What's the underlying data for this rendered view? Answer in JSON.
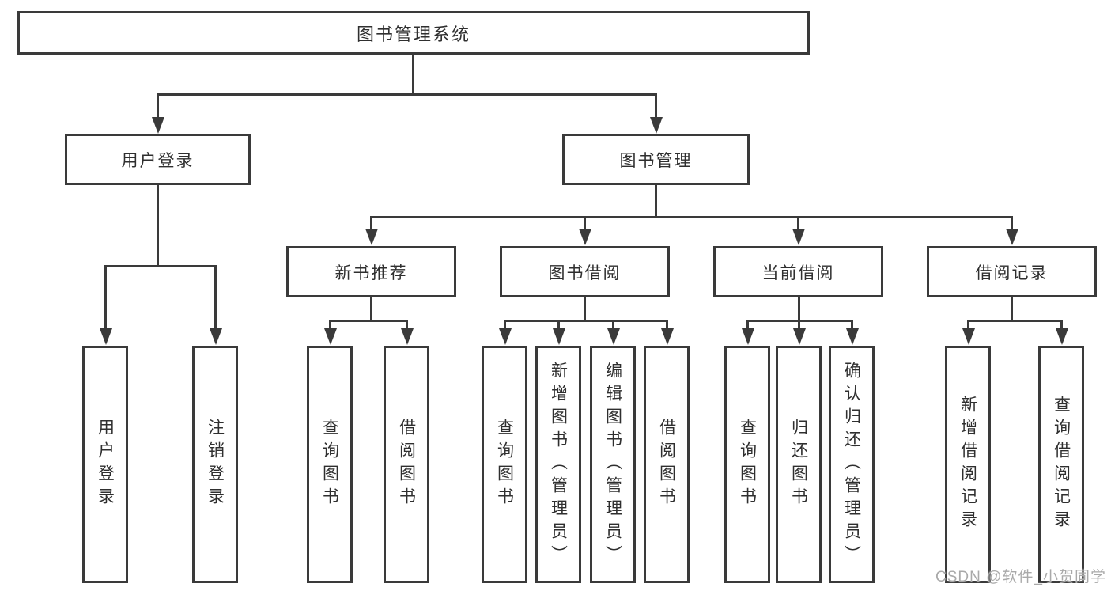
{
  "tree": {
    "label": "图书管理系统",
    "children": [
      {
        "label": "用户登录",
        "children": [
          {
            "label": "用户登录"
          },
          {
            "label": "注销登录"
          }
        ]
      },
      {
        "label": "图书管理",
        "children": [
          {
            "label": "新书推荐",
            "children": [
              {
                "label": "查询图书"
              },
              {
                "label": "借阅图书"
              }
            ]
          },
          {
            "label": "图书借阅",
            "children": [
              {
                "label": "查询图书"
              },
              {
                "label": "新增图书（管理员）"
              },
              {
                "label": "编辑图书（管理员）"
              },
              {
                "label": "借阅图书"
              }
            ]
          },
          {
            "label": "当前借阅",
            "children": [
              {
                "label": "查询图书"
              },
              {
                "label": "归还图书"
              },
              {
                "label": "确认归还（管理员）"
              }
            ]
          },
          {
            "label": "借阅记录",
            "children": [
              {
                "label": "新增借阅记录"
              },
              {
                "label": "查询借阅记录"
              }
            ]
          }
        ]
      }
    ]
  },
  "watermark": {
    "text": "CSDN @软件_小贺同学"
  },
  "colors": {
    "line": "#3a3a3a",
    "box_border": "#3a3a3a",
    "text": "#2f2f2f",
    "background": "#ffffff",
    "watermark": "#a9a9a9"
  }
}
